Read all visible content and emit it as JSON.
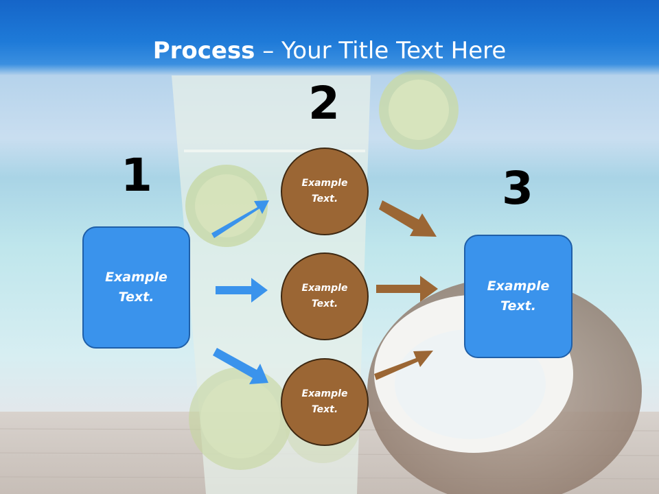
{
  "slide": {
    "title_bold": "Process",
    "title_rest": " – Your Title Text Here",
    "steps": [
      {
        "number": "1",
        "label": "Example\nText."
      },
      {
        "number": "2",
        "items": [
          "Example\nText.",
          "Example\nText.",
          "Example\nText."
        ]
      },
      {
        "number": "3",
        "label": "Example\nText."
      }
    ]
  },
  "colors": {
    "title_bar": "#1e7ad8",
    "box_fill": "#3a93ec",
    "circle_fill": "#9b6634",
    "blue_arrow": "#3a93ec",
    "brown_arrow": "#9b6634"
  },
  "background": {
    "description_icon": "beach-cocktail-coconut-photo"
  }
}
